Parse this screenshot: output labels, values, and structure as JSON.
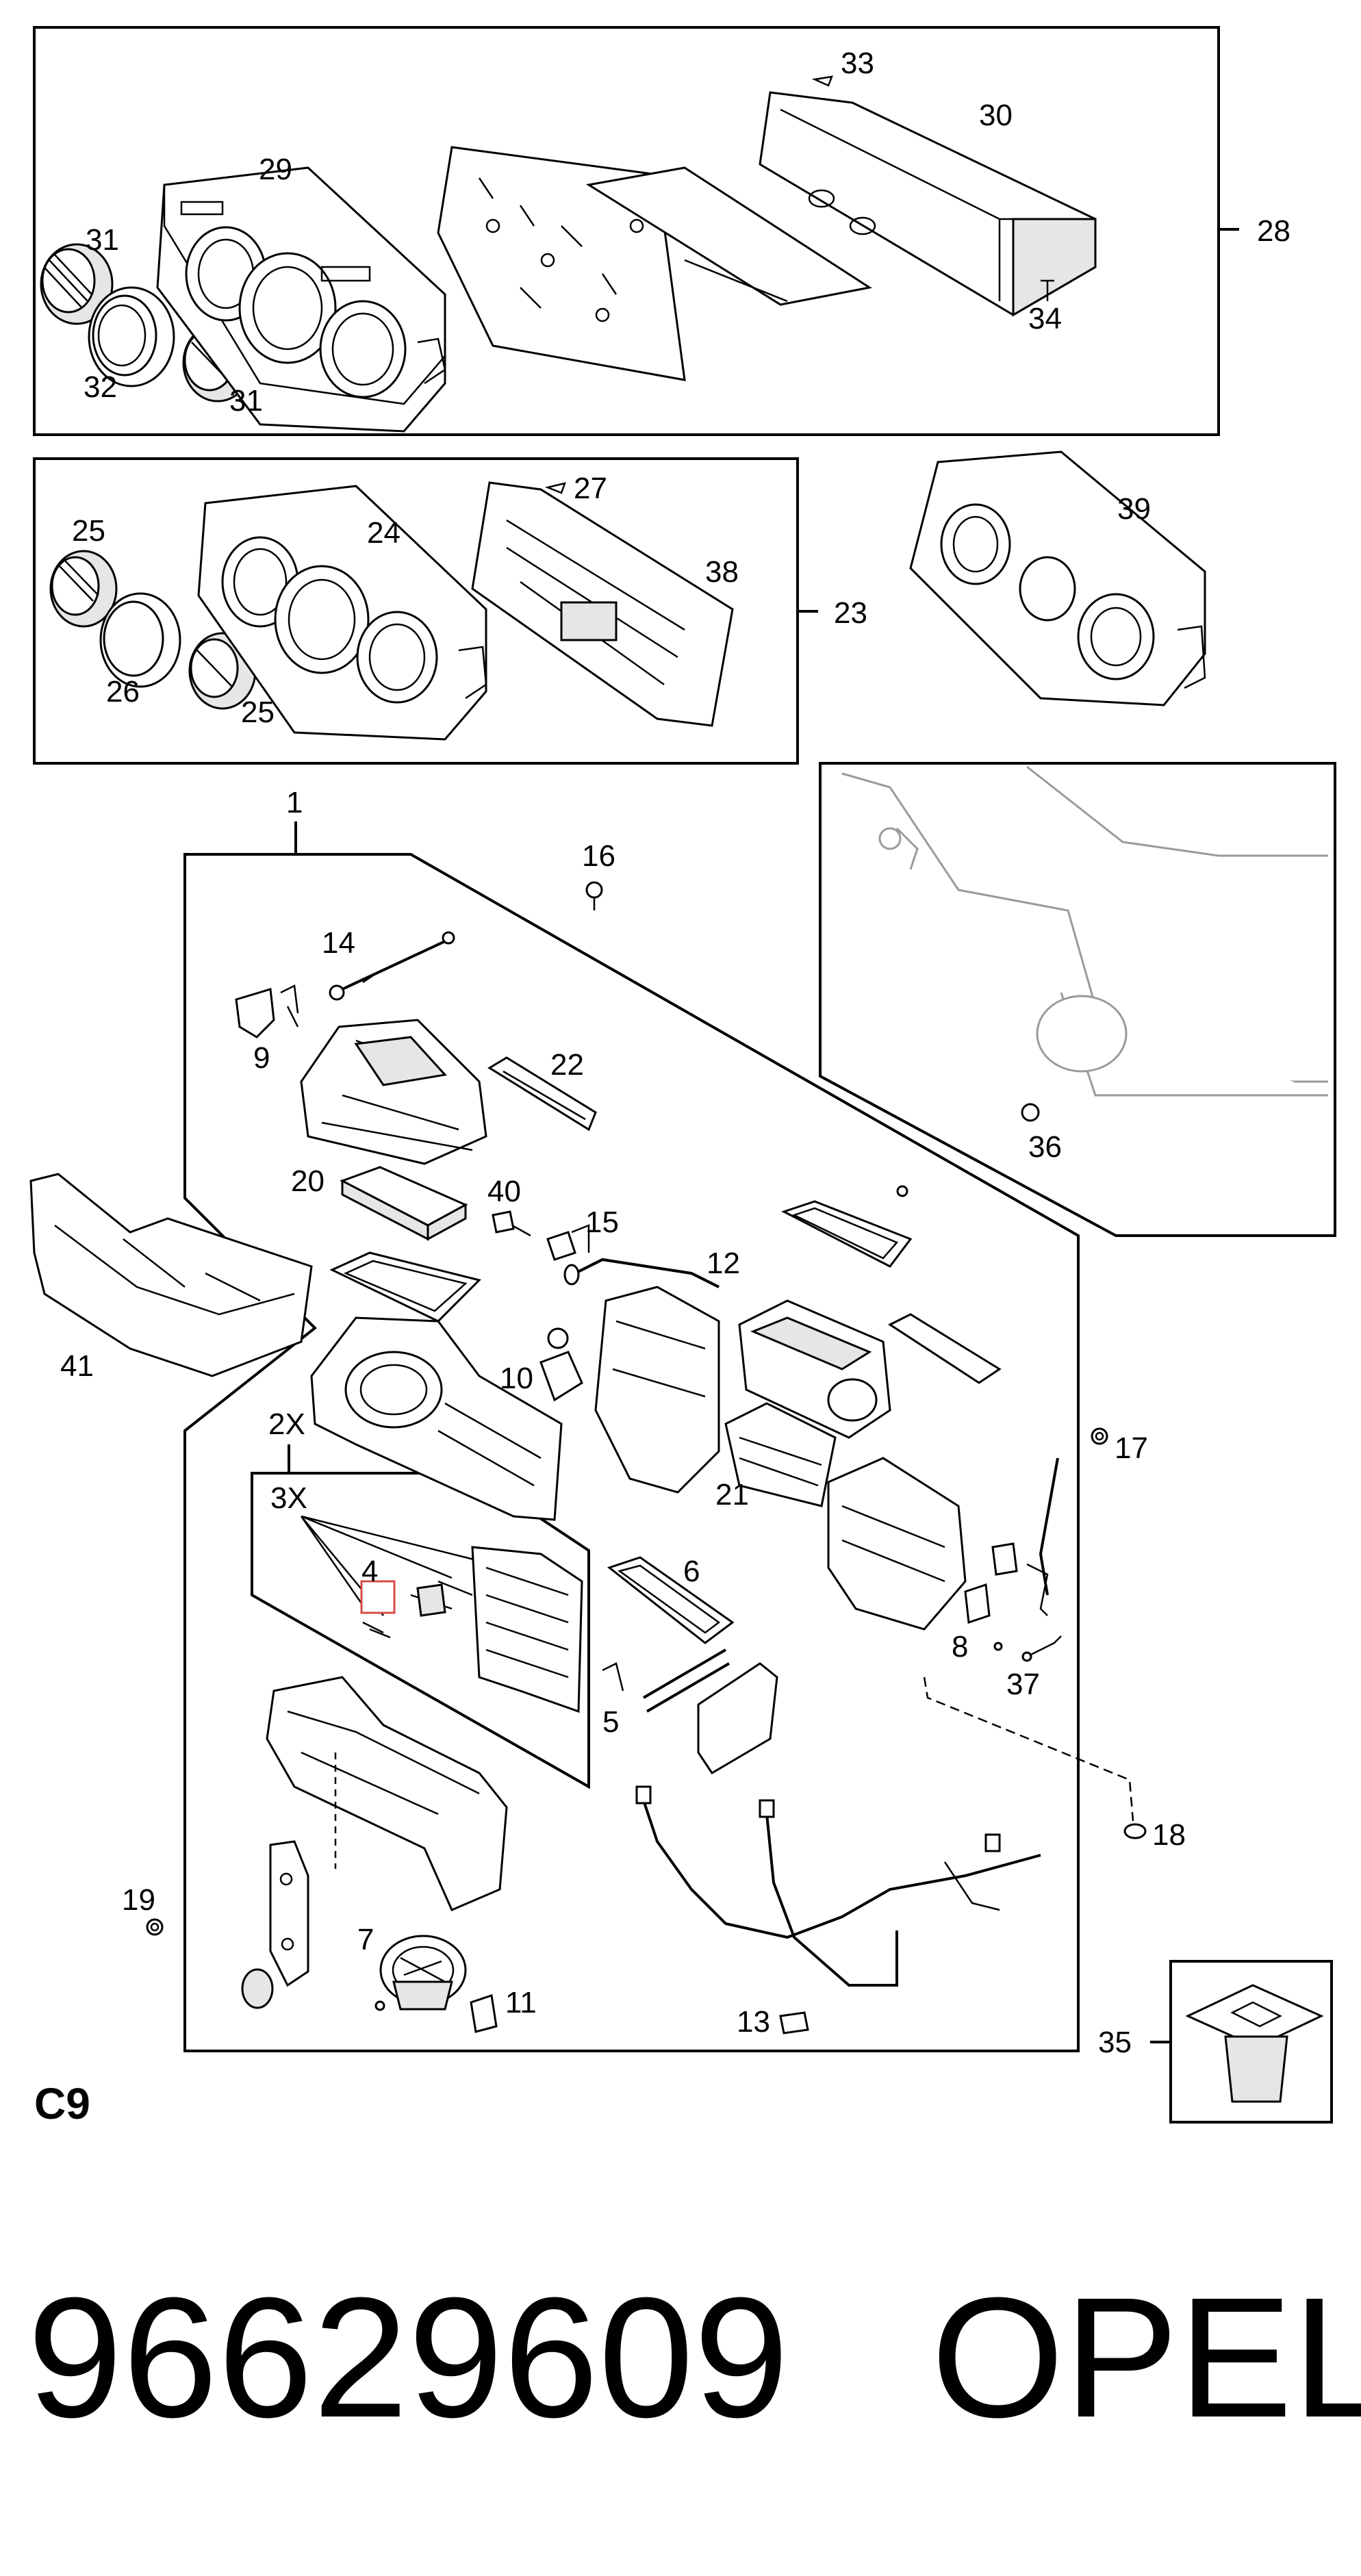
{
  "sheet_code": "C9",
  "part_number": "96629609",
  "brand": "OPEL",
  "highlight_color": "#d94b4b",
  "callouts": {
    "c1": "1",
    "c2x": "2X",
    "c3x": "3X",
    "c4": "4",
    "c5": "5",
    "c6": "6",
    "c7": "7",
    "c8": "8",
    "c9": "9",
    "c10": "10",
    "c11": "11",
    "c12": "12",
    "c13": "13",
    "c14": "14",
    "c15": "15",
    "c16": "16",
    "c17": "17",
    "c18": "18",
    "c19": "19",
    "c20": "20",
    "c21": "21",
    "c22": "22",
    "c23": "23",
    "c24": "24",
    "c25a": "25",
    "c25b": "25",
    "c26": "26",
    "c27": "27",
    "c28": "28",
    "c29": "29",
    "c30": "30",
    "c31a": "31",
    "c31b": "31",
    "c32": "32",
    "c33": "33",
    "c34": "34",
    "c35": "35",
    "c36": "36",
    "c37": "37",
    "c38": "38",
    "c39": "39",
    "c40": "40",
    "c41": "41"
  }
}
